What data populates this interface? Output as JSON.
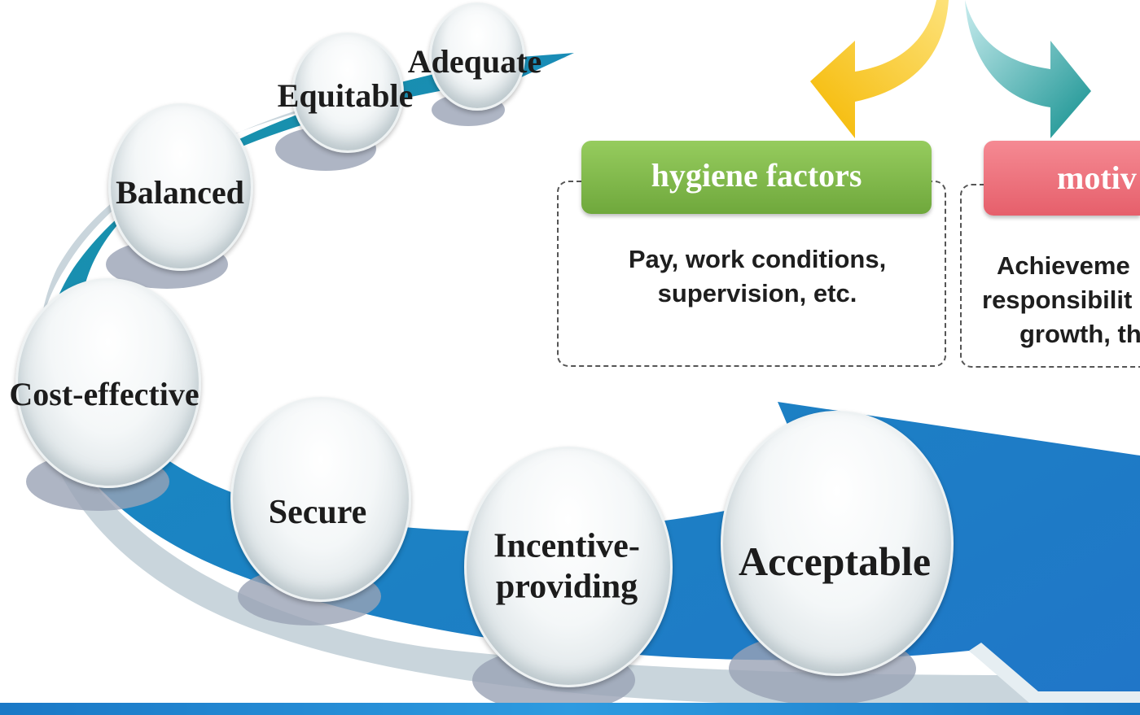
{
  "qualities": [
    {
      "id": "adequate",
      "label": "Adequate"
    },
    {
      "id": "equitable",
      "label": "Equitable"
    },
    {
      "id": "balanced",
      "label": "Balanced"
    },
    {
      "id": "cost-effective",
      "label": "Cost-effective"
    },
    {
      "id": "secure",
      "label": "Secure"
    },
    {
      "id": "incentive-providing",
      "label": "Incentive-providing",
      "line1": "Incentive-",
      "line2": "providing"
    },
    {
      "id": "acceptable",
      "label": "Acceptable"
    }
  ],
  "hygiene": {
    "title": "hygiene factors",
    "desc_line1": "Pay, work conditions,",
    "desc_line2": "supervision, etc.",
    "color": "#7ab648"
  },
  "motivators": {
    "title_visible": "motiv",
    "desc_line1_visible": "Achieveme",
    "desc_line2_visible": "responsibilit",
    "desc_line3_visible": "growth, th",
    "color": "#ee6f7a"
  },
  "colors": {
    "arrow_blue": "#1f80cc",
    "arrow_teal": "#17999c",
    "yellow_arrow": "#f7c21c",
    "teal_arrow": "#1a9a9a"
  }
}
